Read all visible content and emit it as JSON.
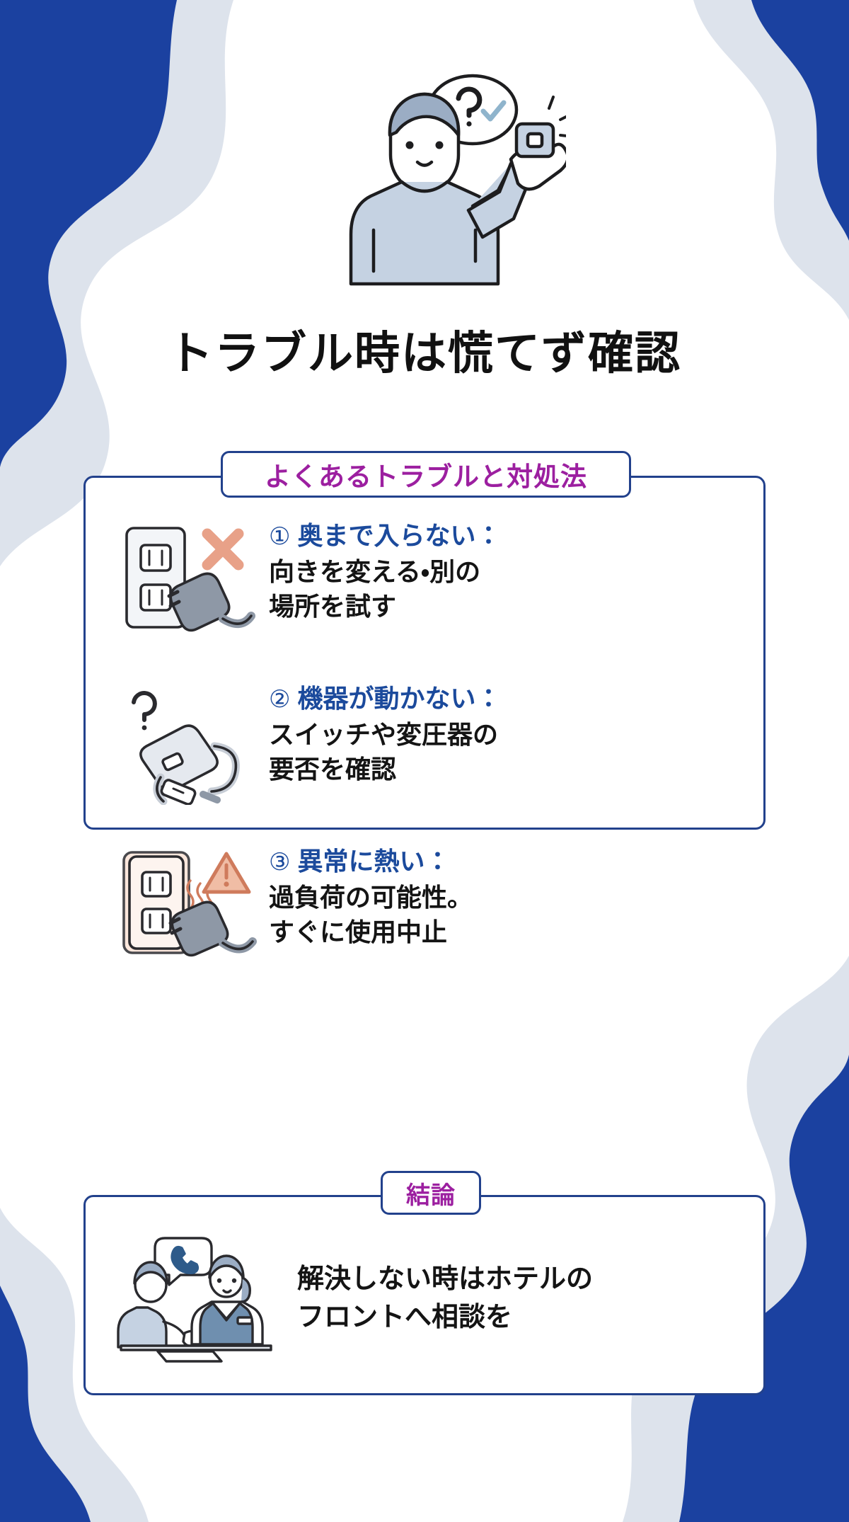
{
  "theme": {
    "brand_blue": "#1b41a0",
    "pale_blue": "#dde3ec",
    "border_navy": "#22418c",
    "heading_blue": "#1b4a9c",
    "badge_purple": "#9c1fa0",
    "ink": "#141414",
    "skin": "#ffffff",
    "accent_salmon": "#e8a188",
    "device_gray": "#8e98a6"
  },
  "hero": {
    "icon": "person-with-question-thought-bubble",
    "thought_question_mark": "?",
    "thought_check": "check-mark"
  },
  "title": "トラブル時は慌てず確認",
  "troubles_section": {
    "badge": "よくあるトラブルと対処法",
    "items": [
      {
        "number": "①",
        "heading": "奥まで入らない：",
        "body_lines": [
          "向きを変える・別の",
          "場所を試す"
        ],
        "icon": "outlet-plug-with-red-cross-icon"
      },
      {
        "number": "②",
        "heading": "機器が動かない：",
        "body_lines": [
          "スイッチや変圧器の",
          "要否を確認"
        ],
        "icon": "power-adapter-with-question-icon"
      },
      {
        "number": "③",
        "heading": "異常に熱い：",
        "body_lines": [
          "過負荷の可能性。",
          "すぐに使用中止"
        ],
        "icon": "hot-outlet-warning-icon"
      }
    ]
  },
  "conclusion_section": {
    "badge": "結論",
    "icon": "guest-and-hotel-staff-icon",
    "text_lines": [
      "解決しない時はホテルの",
      "フロントへ相談を"
    ]
  }
}
